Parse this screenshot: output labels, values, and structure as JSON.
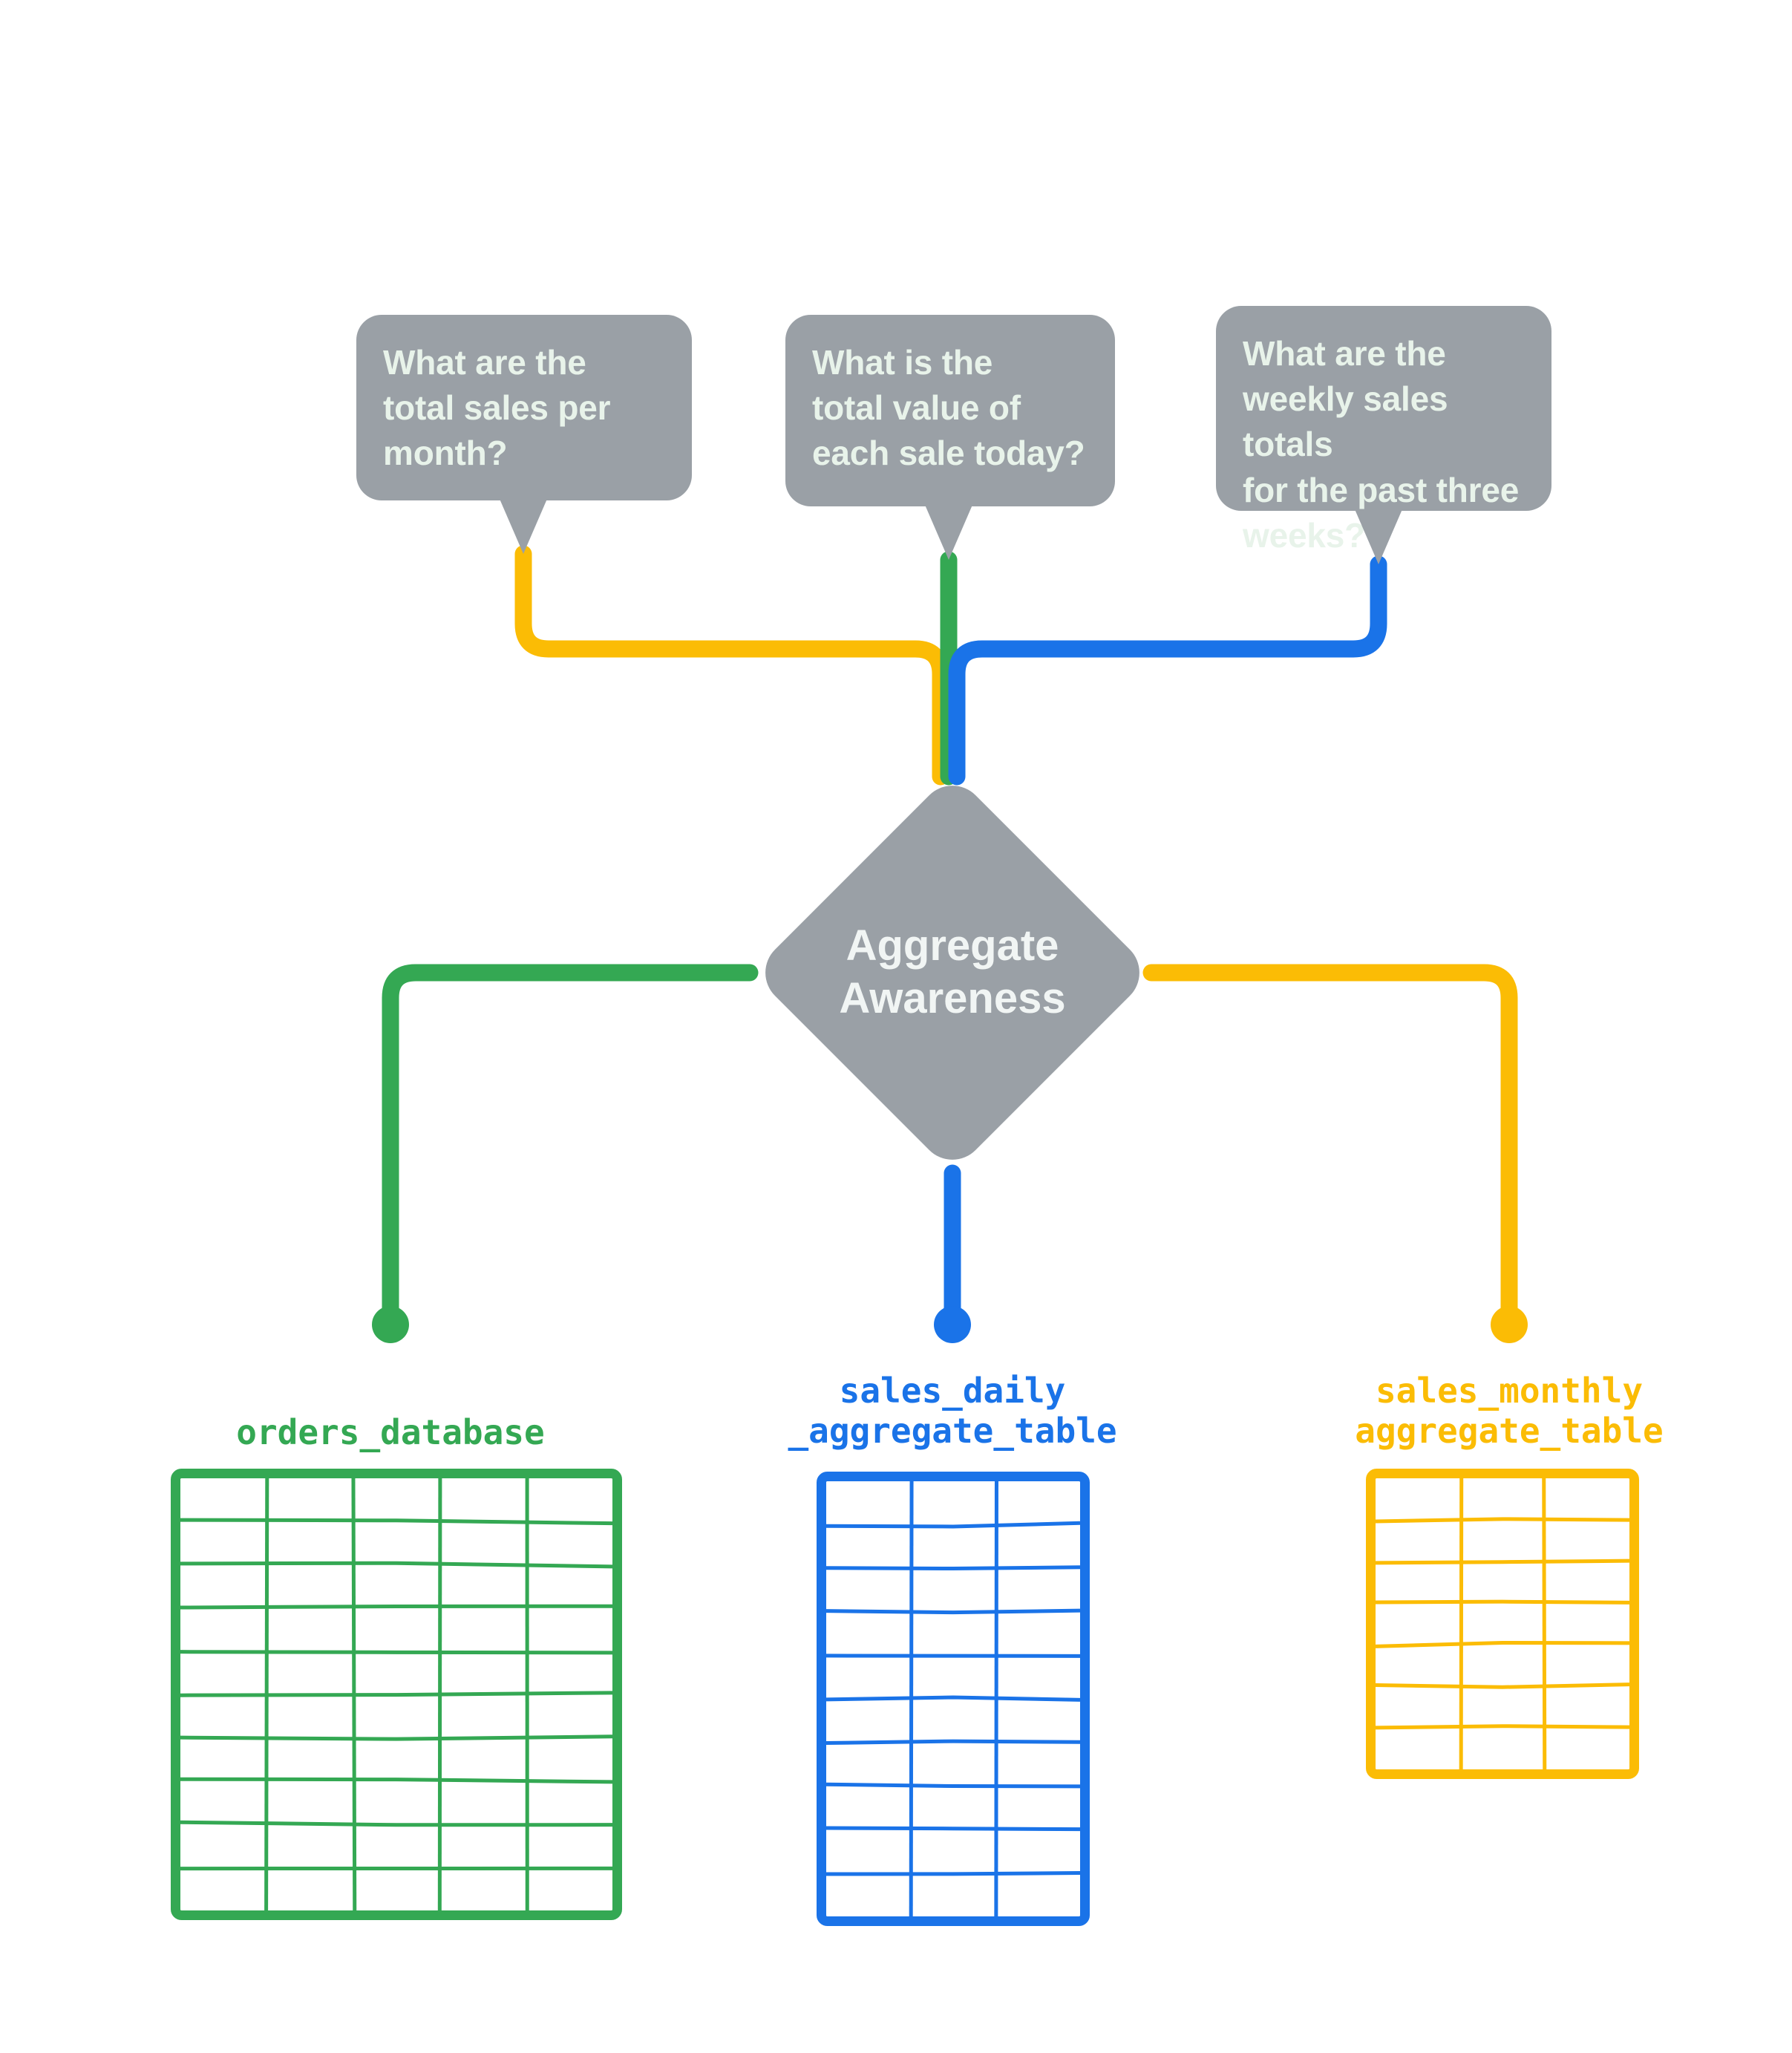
{
  "diagram": {
    "title": "Aggregate Awareness",
    "center_node": {
      "label": "Aggregate\nAwareness"
    },
    "colors": {
      "gray": "#9aa0a6",
      "green": "#34a853",
      "blue": "#1a73e8",
      "yellow": "#fbbc05",
      "bubble_text": "#e8f3ea",
      "background": "#ffffff"
    },
    "questions": [
      {
        "id": "q-monthly",
        "text": "What are the\ntotal sales per\nmonth?",
        "color": "#fbbc05"
      },
      {
        "id": "q-daily",
        "text": "What is the\ntotal value of\neach sale today?",
        "color": "#34a853"
      },
      {
        "id": "q-weekly",
        "text": "What are the\nweekly sales totals\nfor the past three\nweeks?",
        "color": "#1a73e8"
      }
    ],
    "sources": [
      {
        "id": "orders-database",
        "label": "orders_database",
        "color": "#34a853",
        "table": {
          "columns": 5,
          "rows": 10
        }
      },
      {
        "id": "sales-daily-aggregate-table",
        "label": "sales_daily\n_aggregate_table",
        "color": "#1a73e8",
        "table": {
          "columns": 3,
          "rows": 10
        }
      },
      {
        "id": "sales-monthly-aggregate-table",
        "label": "sales_monthly\naggregate_table",
        "color": "#fbbc05",
        "table": {
          "columns": 3,
          "rows": 7
        }
      }
    ]
  }
}
